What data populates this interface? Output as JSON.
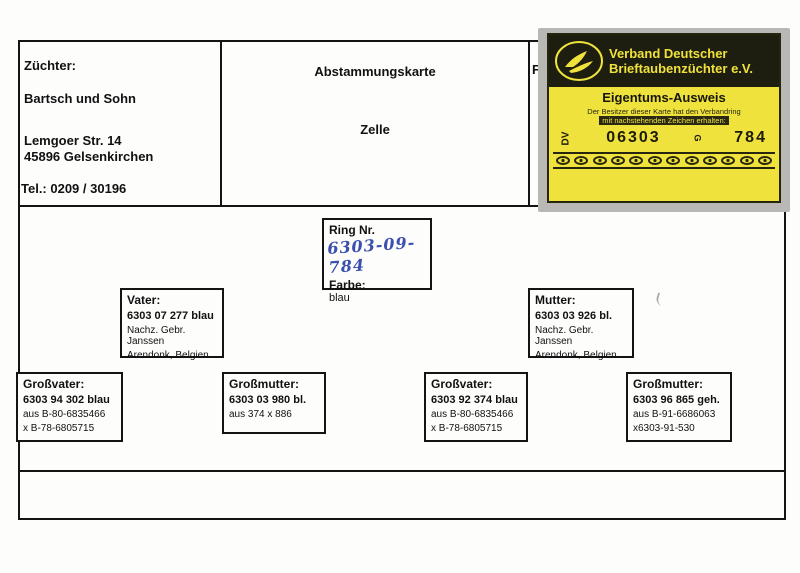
{
  "header": {
    "breeder_label": "Züchter:",
    "breeder_name": "Bartsch und Sohn",
    "breeder_street": "Lemgoer Str. 14",
    "breeder_city": "45896 Gelsenkirchen",
    "breeder_phone": "Tel.: 0209 / 30196",
    "title": "Abstammungskarte",
    "subtitle": "Zelle",
    "partial_letter": "F"
  },
  "sticker": {
    "org_line1": "Verband Deutscher",
    "org_line2": "Brieftaubenzüchter e.V.",
    "heading": "Eigentums-Ausweis",
    "subtext1": "Der Besitzer dieser Karte hat den Verbandring",
    "subtext2": "mit nachstehenden Zeichen erhalten:",
    "ring_prefix": "DV",
    "ring_number": "06303",
    "ring_letter": "G",
    "ring_suffix": "784",
    "logo_icon": "pigeon-in-hands-emblem"
  },
  "ring_box": {
    "label": "Ring Nr.",
    "handwritten": "6303-09-784",
    "color_label": "Farbe:",
    "color_value": "blau"
  },
  "parents": {
    "father": {
      "label": "Vater:",
      "line1": "6303 07 277 blau",
      "line2": "Nachz. Gebr. Janssen",
      "line3": "Arendonk, Belgien"
    },
    "mother": {
      "label": "Mutter:",
      "line1": "6303 03 926 bl.",
      "line2": "Nachz. Gebr. Janssen",
      "line3": "Arendonk, Belgien"
    }
  },
  "grandparents": [
    {
      "label": "Großvater:",
      "line1": "6303 94 302 blau",
      "line2": "aus B-80-6835466",
      "line3": "x B-78-6805715"
    },
    {
      "label": "Großmutter:",
      "line1": "6303 03 980 bl.",
      "line2": "aus 374 x 886",
      "line3": ""
    },
    {
      "label": "Großvater:",
      "line1": "6303 92 374 blau",
      "line2": "aus B-80-6835466",
      "line3": "x B-78-6805715"
    },
    {
      "label": "Großmutter:",
      "line1": "6303 96 865 geh.",
      "line2": "aus B-91-6686063",
      "line3": "x6303-91-530"
    }
  ],
  "colors": {
    "sticker_yellow": "#f0e23c",
    "sticker_black": "#1e1e10",
    "handwriting_blue": "#3a4fae",
    "border_black": "#141414"
  }
}
